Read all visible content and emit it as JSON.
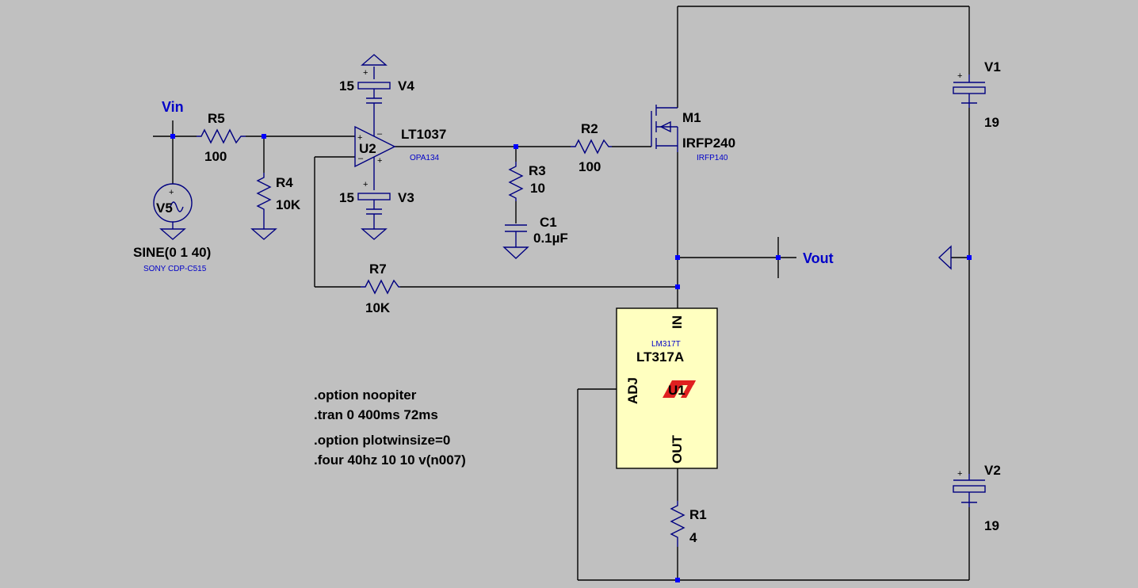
{
  "schematic": {
    "nets": {
      "vin": "Vin",
      "vout": "Vout"
    },
    "parts": {
      "r5": {
        "name": "R5",
        "value": "100"
      },
      "r4": {
        "name": "R4",
        "value": "10K"
      },
      "r3": {
        "name": "R3",
        "value": "10"
      },
      "r2": {
        "name": "R2",
        "value": "100"
      },
      "r7": {
        "name": "R7",
        "value": "10K"
      },
      "r1": {
        "name": "R1",
        "value": "4"
      },
      "c1": {
        "name": "C1",
        "value": "0.1µF"
      },
      "v4": {
        "name": "V4",
        "value": "15"
      },
      "v3": {
        "name": "V3",
        "value": "15"
      },
      "v1": {
        "name": "V1",
        "value": "19"
      },
      "v2": {
        "name": "V2",
        "value": "19"
      },
      "v5": {
        "name": "V5",
        "value": "SINE(0 1 40)",
        "part": "SONY CDP-C515"
      },
      "u2": {
        "name": "U2",
        "value": "LT1037",
        "part": "OPA134"
      },
      "m1": {
        "name": "M1",
        "value": "IRFP240",
        "part": "IRFP140"
      },
      "u1": {
        "name": "U1",
        "value": "LT317A",
        "part": "LM317T",
        "pin_in": "IN",
        "pin_adj": "ADJ",
        "pin_out": "OUT"
      }
    },
    "directives": [
      ".option noopiter",
      ".tran 0 400ms 72ms",
      ".option plotwinsize=0",
      ".four 40hz 10 10 v(n007)"
    ],
    "colors": {
      "background": "#c0c0c0",
      "wire": "#000000",
      "component": "#000080",
      "node": "#0000ff",
      "label": "#0000c8",
      "regulator_fill": "#ffffc0",
      "logo": "#e02020"
    }
  }
}
